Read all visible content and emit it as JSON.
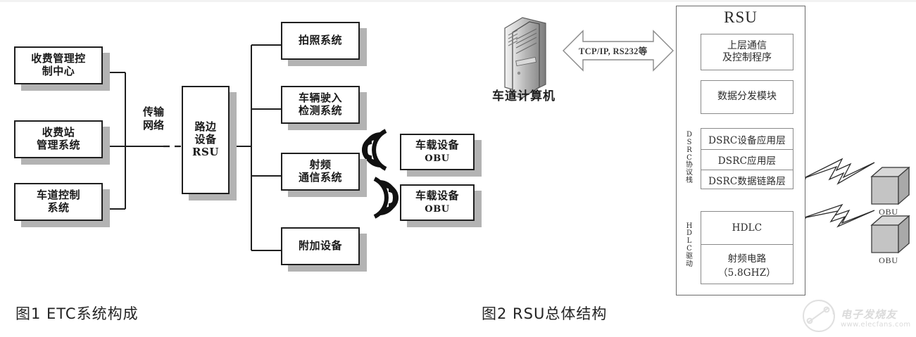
{
  "figure1": {
    "caption": "图1  ETC系统构成",
    "left_nodes": [
      {
        "lines": [
          "收费管理控",
          "制中心"
        ]
      },
      {
        "lines": [
          "收费站",
          "管理系统"
        ]
      },
      {
        "lines": [
          "车道控制",
          "系统"
        ]
      }
    ],
    "network_label": {
      "lines": [
        "传输",
        "网络"
      ]
    },
    "center_node": {
      "lines": [
        "路边",
        "设备",
        "RSU"
      ]
    },
    "right_nodes": [
      {
        "lines": [
          "拍照系统"
        ]
      },
      {
        "lines": [
          "车辆驶入",
          "检测系统"
        ]
      },
      {
        "lines": [
          "射频",
          "通信系统"
        ]
      },
      {
        "lines": [
          "附加设备"
        ]
      }
    ],
    "obu_nodes": [
      {
        "title": "车载设备",
        "sub": "OBU"
      },
      {
        "title": "车载设备",
        "sub": "OBU"
      }
    ]
  },
  "figure2": {
    "caption": "图2   RSU总体结构",
    "computer_label": "车道计算机",
    "link_label": "TCP/IP, RS232等",
    "rsu_title": "RSU",
    "modules": [
      {
        "lines": [
          "上层通信",
          "及控制程序"
        ]
      },
      {
        "lines": [
          "数据分发模块"
        ]
      }
    ],
    "dsrc_side_label": "DSRC协议栈",
    "dsrc_layers": [
      "DSRC设备应用层",
      "DSRC应用层",
      "DSRC数据链路层"
    ],
    "hdlc_side_label": "HDLC驱动",
    "hdlc_blocks": [
      {
        "lines": [
          "HDLC"
        ]
      },
      {
        "lines": [
          "射频电路",
          "（5.8GHZ）"
        ]
      }
    ],
    "obu_labels": [
      "OBU",
      "OBU"
    ]
  },
  "watermark": {
    "brand": "电子发烧友",
    "url": "www.elecfans.com"
  },
  "colors": {
    "ink": "#1f1f1f",
    "shadow": "#b3b3b3",
    "frame_gray": "#6b6b6b",
    "cube_face": "#bfbfbf",
    "cube_top": "#d6d6d6",
    "cube_side": "#a8a8a8"
  }
}
